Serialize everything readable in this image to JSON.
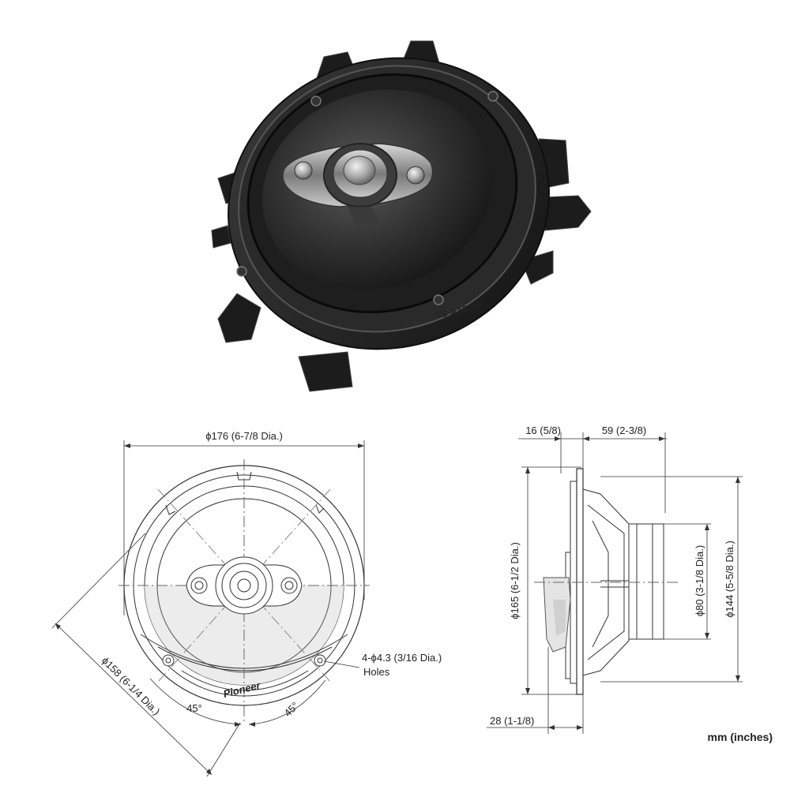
{
  "product_photo": {
    "brand": "Pioneer",
    "model": "TS-A1670F"
  },
  "front_view": {
    "outer_diameter_label": "ϕ176 (6-7/8 Dia.)",
    "mounting_diameter_label": "ϕ158 (6-1/4 Dia.)",
    "angle_left_label": "45°",
    "angle_right_label": "45°",
    "holes_label_line1": "4-ϕ4.3 (3/16 Dia.)",
    "holes_label_line2": "Holes",
    "brand": "Pioneer"
  },
  "side_view": {
    "flange_label": "16 (5/8)",
    "depth_label": "59 (2-3/8)",
    "frame_diameter_label": "ϕ165 (6-1/2 Dia.)",
    "magnet_diameter_label": "ϕ80 (3-1/8 Dia.)",
    "cutout_diameter_label": "ϕ144 (5-5/8 Dia.)",
    "front_depth_label": "28 (1-1/8)"
  },
  "units_label": "mm (inches)"
}
